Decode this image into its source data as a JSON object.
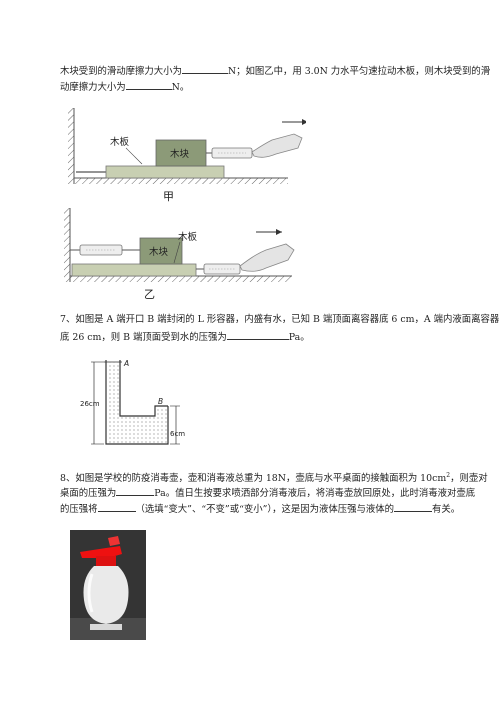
{
  "top": {
    "line1_a": "木块受到的滑动摩擦力大小为",
    "line1_b": "N；如图乙中，用 3.0N 力水平匀速拉动木板，则木块受到的滑",
    "line2_a": "动摩擦力大小为",
    "line2_b": "N。"
  },
  "fig_jia": {
    "board": "木板",
    "block": "木块",
    "caption": "甲"
  },
  "fig_yi": {
    "board": "木板",
    "block": "木块",
    "caption": "乙"
  },
  "q7": {
    "line1": "7、如图是 A 端开口 B 端封闭的 L 形容器，内盛有水，已知 B 端顶面离容器底 6 cm，A 端内液面离容器",
    "line2_a": "底 26 cm，则 B 端顶面受到水的压强为",
    "line2_b": "Pa。",
    "fig": {
      "label_a": "A",
      "label_b": "B",
      "h_26": "26cm",
      "h_6": "6cm"
    }
  },
  "q8": {
    "line1_a": "8、如图是学校的防疫消毒壶，壶和消毒液总重为 18N，壶底与水平桌面的接触面积为 10cm",
    "line1_sup": "2",
    "line1_b": "，则壶对",
    "line2_a": "桌面的压强为",
    "line2_b": "Pa。值日生按要求喷洒部分消毒液后，将消毒壶放回原处，此时消毒液对壶底",
    "line3_a": "的压强将",
    "line3_b": "（选填“变大”、“不变”或“变小”），这是因为液体压强与液体的",
    "line3_c": "有关。"
  }
}
